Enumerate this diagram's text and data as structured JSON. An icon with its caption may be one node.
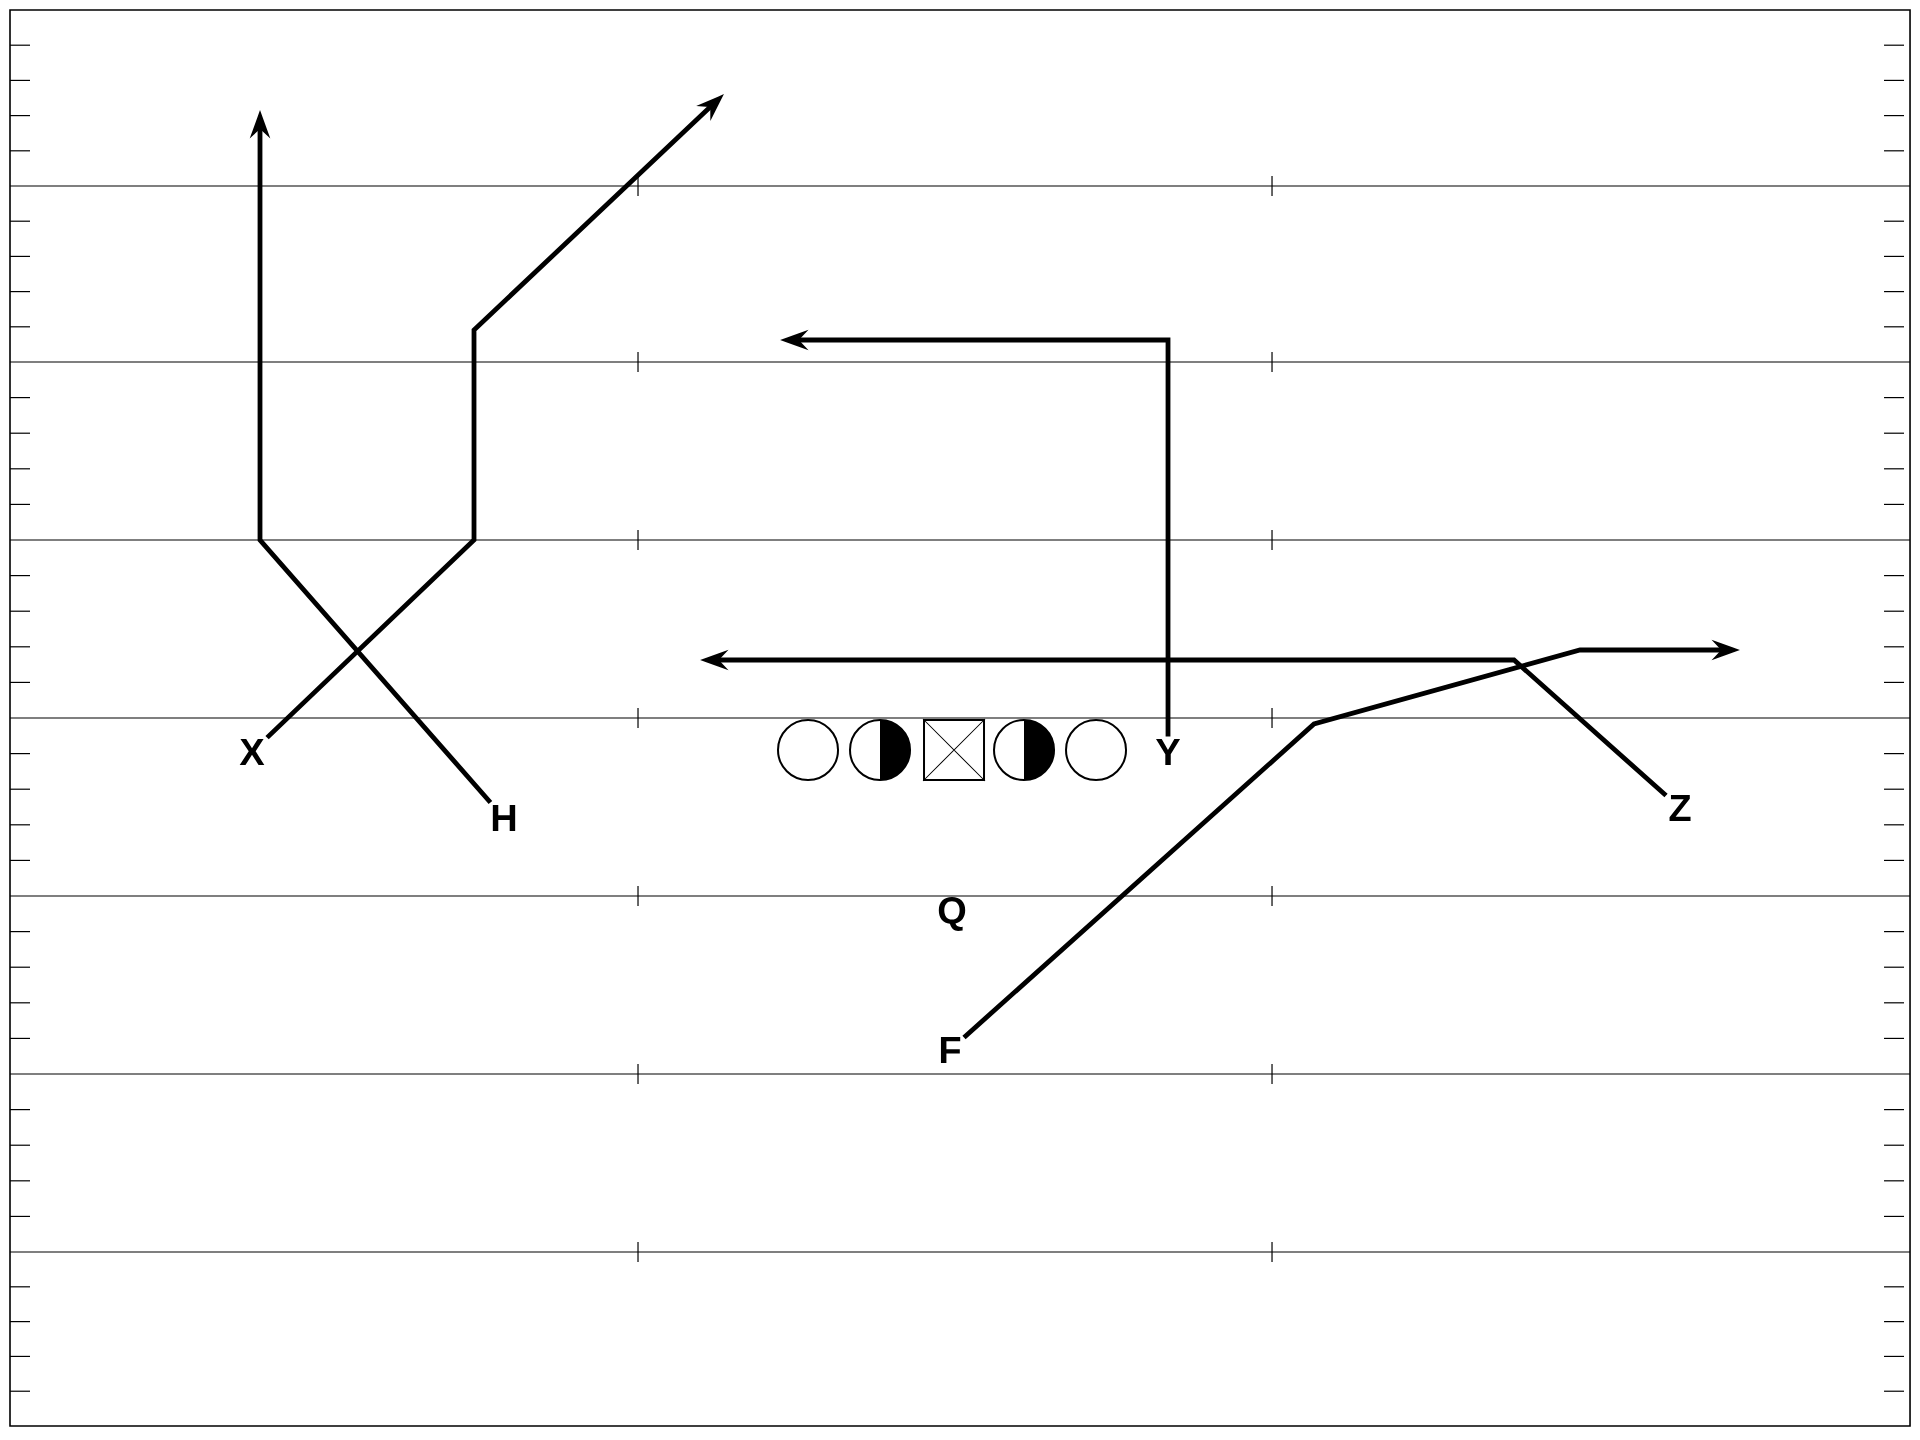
{
  "diagram": {
    "nodes": [
      {
        "text": [
          "X"
        ]
      },
      {
        "text": [],
        "shape": "circle"
      },
      {
        "text": [],
        "shape": "circle"
      },
      {
        "text": [],
        "shape": "box"
      },
      {
        "text": [],
        "shape": "circle"
      },
      {
        "text": [],
        "shape": "circle"
      },
      {
        "text": [
          "Y"
        ]
      },
      {
        "text": [
          "Z"
        ]
      },
      {
        "text": [
          "H"
        ]
      },
      {
        "text": [
          "Q"
        ]
      },
      {
        "text": [
          "F"
        ]
      }
    ],
    "edges": [
      {
        "from": 0,
        "to": null,
        "arrow": "to"
      },
      {
        "from": 8,
        "to": null,
        "arrow": "to"
      },
      {
        "from": 6,
        "to": null,
        "arrow": "to"
      },
      {
        "from": 7,
        "to": null,
        "arrow": "to"
      },
      {
        "from": 10,
        "to": null,
        "arrow": "to"
      }
    ]
  }
}
